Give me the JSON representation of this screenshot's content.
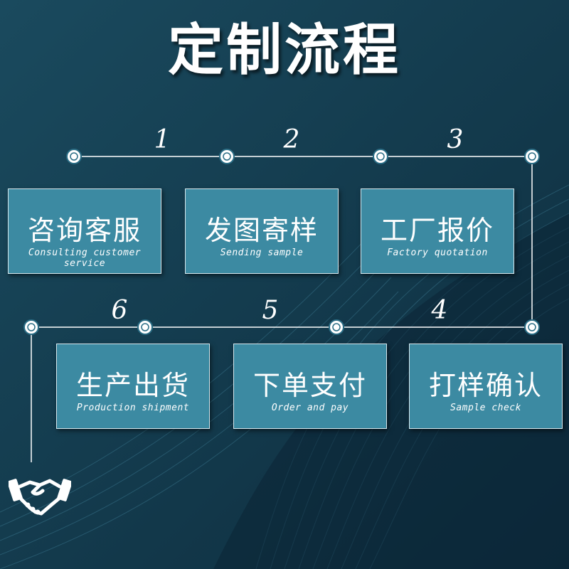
{
  "title": "定制流程",
  "steps": [
    {
      "num": "1",
      "cn": "咨询客服",
      "en": "Consulting customer service"
    },
    {
      "num": "2",
      "cn": "发图寄样",
      "en": "Sending sample"
    },
    {
      "num": "3",
      "cn": "工厂报价",
      "en": "Factory quotation"
    },
    {
      "num": "4",
      "cn": "打样确认",
      "en": "Sample check"
    },
    {
      "num": "5",
      "cn": "下单支付",
      "en": "Order and pay"
    },
    {
      "num": "6",
      "cn": "生产出货",
      "en": "Production shipment"
    }
  ],
  "icons": {
    "end": "handshake-icon"
  },
  "colors": {
    "background": "#0f3245",
    "box": "#3c8aa2",
    "line": "#ffffff"
  }
}
